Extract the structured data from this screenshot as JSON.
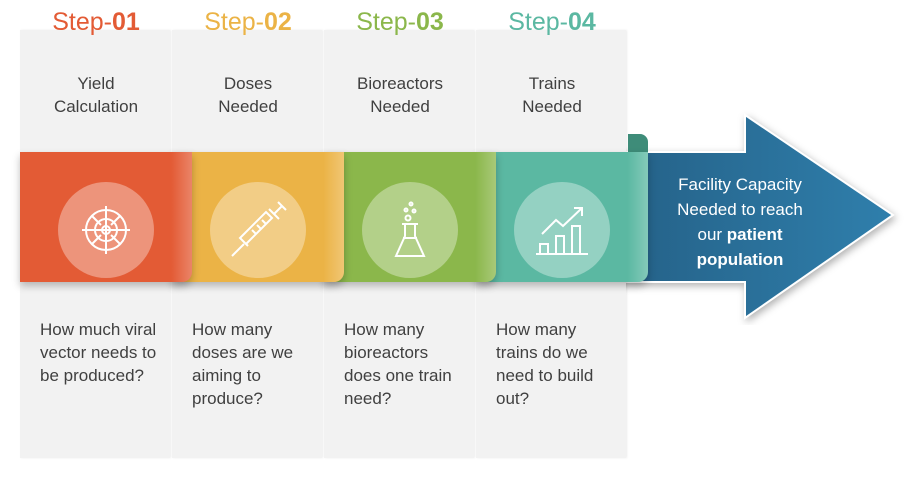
{
  "steps": [
    {
      "prefix": "Step-",
      "num": "01",
      "color": "#e35b35",
      "title_line1": "Yield",
      "title_line2": "Calculation",
      "question": "How much viral vector needs to be produced?",
      "icon": "target-icon"
    },
    {
      "prefix": "Step-",
      "num": "02",
      "color": "#ebb346",
      "title_line1": "Doses",
      "title_line2": "Needed",
      "question": "How many doses are we aiming to produce?",
      "icon": "syringe-icon"
    },
    {
      "prefix": "Step-",
      "num": "03",
      "color": "#8bb74b",
      "title_line1": "Bioreactors",
      "title_line2": "Needed",
      "question": "How many bioreactors does one train need?",
      "icon": "flask-icon"
    },
    {
      "prefix": "Step-",
      "num": "04",
      "color": "#5bb8a2",
      "title_line1": "Trains",
      "title_line2": "Needed",
      "question": "How many trains do we need to build out?",
      "icon": "growth-chart-icon"
    }
  ],
  "arrow": {
    "line1": "Facility Capacity",
    "line2": "Needed to reach",
    "line3_normal": "our ",
    "line3_bold": "patient",
    "line4_bold": "population",
    "color": "#2a6f96"
  }
}
